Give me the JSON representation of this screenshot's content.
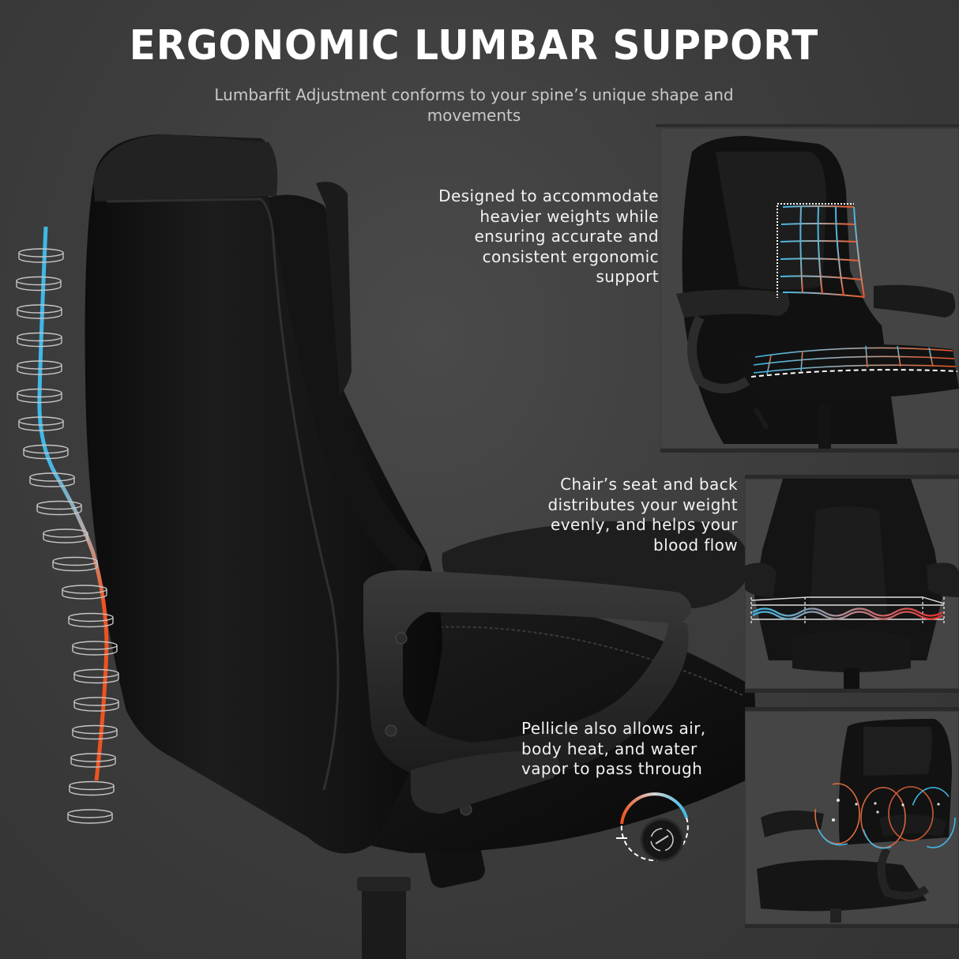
{
  "header": {
    "title": "ERGONOMIC LUMBAR SUPPORT",
    "subtitle": "Lumbarfit Adjustment conforms to your spine’s unique shape and movements"
  },
  "captions": [
    {
      "id": "weight",
      "text": "Designed to accommodate\nheavier weights while\nensuring accurate and\nconsistent ergonomic\nsupport"
    },
    {
      "id": "distribution",
      "text": "Chair’s seat and back\ndistributes your weight\nevenly, and helps your\nblood flow"
    },
    {
      "id": "breathable",
      "text": "Pellicle also allows air,\nbody heat, and water\nvapor to pass through"
    }
  ],
  "panels": [
    {
      "id": "panel-grid-support",
      "graphic": "chair-with-grid-overlay"
    },
    {
      "id": "panel-wave-distribution",
      "graphic": "chair-front-with-wave-overlay"
    },
    {
      "id": "panel-breathable",
      "graphic": "chair-with-circle-overlay"
    }
  ],
  "graphics": {
    "spine": {
      "vertebrae_count": 21,
      "gradient": [
        "#3fb8e6",
        "#f0531f"
      ]
    },
    "knob": {
      "icon": "rotate-adjust-knob-icon",
      "arc_gradient": [
        "#f0531f",
        "#3fb8e6"
      ]
    }
  },
  "colors": {
    "background": "#3d3d3d",
    "accent_blue": "#3fb8e6",
    "accent_orange": "#f0531f",
    "text": "#ffffff",
    "subtext": "#c9c9c9"
  }
}
